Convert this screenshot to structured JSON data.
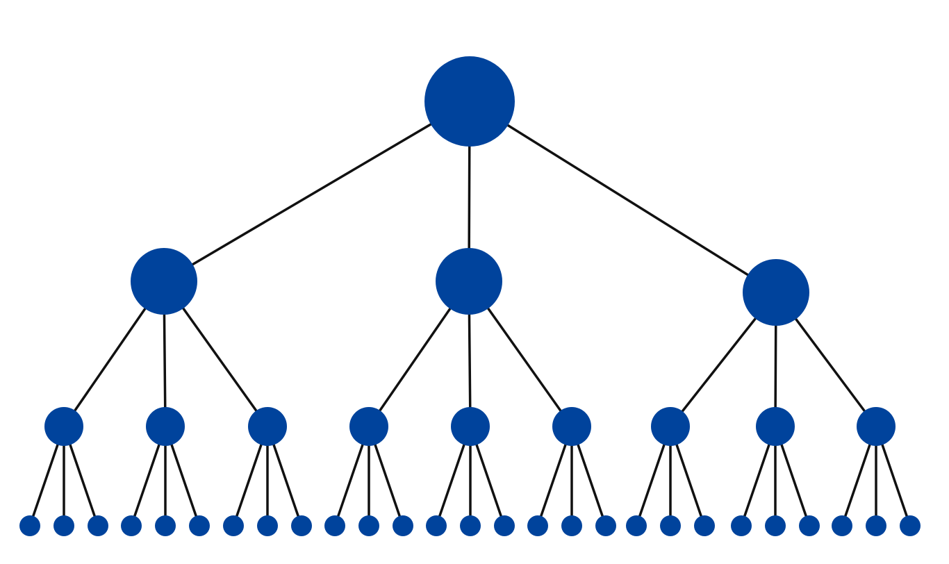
{
  "diagram": {
    "type": "tree",
    "colors": {
      "node": "#00439C",
      "edge": "#111111",
      "background": "#FFFFFF"
    },
    "levels": [
      {
        "depth": 0,
        "count": 1,
        "children_per_node": 3
      },
      {
        "depth": 1,
        "count": 3,
        "children_per_node": 3
      },
      {
        "depth": 2,
        "count": 9,
        "children_per_node": 3
      },
      {
        "depth": 3,
        "count": 27,
        "children_per_node": 0
      }
    ]
  }
}
